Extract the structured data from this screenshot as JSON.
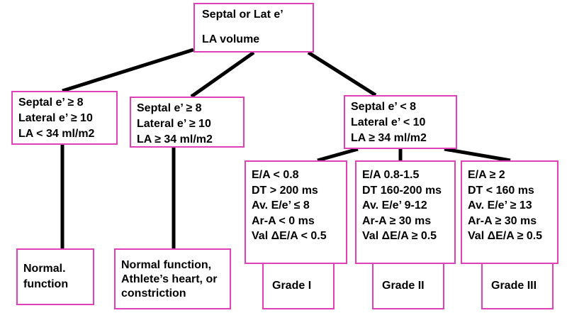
{
  "root": {
    "line1": "Septal or Lat e’",
    "line2": "LA volume"
  },
  "branch_normal": [
    "Septal e’ ≥ 8",
    "Lateral e’ ≥ 10",
    "LA  < 34 ml/m2"
  ],
  "branch_athlete": [
    "Septal e’ ≥ 8",
    "Lateral e’ ≥ 10",
    "LA ≥ 34 ml/m2"
  ],
  "branch_dysfunction": [
    "Septal e’ < 8",
    "Lateral e’ < 10",
    "LA ≥ 34 ml/m2"
  ],
  "criteria_grade1": [
    "E/A < 0.8",
    "DT > 200 ms",
    "Av. E/e’ ≤ 8",
    "Ar-A < 0 ms",
    "Val ΔE/A < 0.5"
  ],
  "criteria_grade2": [
    "E/A  0.8-1.5",
    "DT 160-200 ms",
    "Av. E/e’  9-12",
    "Ar-A ≥ 30 ms",
    "Val ΔE/A ≥ 0.5"
  ],
  "criteria_grade3": [
    "E/A ≥ 2",
    "DT < 160 ms",
    "Av. E/e’ ≥  13",
    "Ar-A ≥ 30 ms",
    "Val ΔE/A ≥ 0.5"
  ],
  "outcome_normal": [
    "Normal.",
    "function"
  ],
  "outcome_athlete": [
    "Normal function,",
    "Athlete’s heart, or",
    "constriction"
  ],
  "outcome_grade1": "Grade I",
  "outcome_grade2": "Grade II",
  "outcome_grade3": "Grade III",
  "colors": {
    "border": "#e040b8",
    "line": "#000000",
    "text": "#000000"
  }
}
